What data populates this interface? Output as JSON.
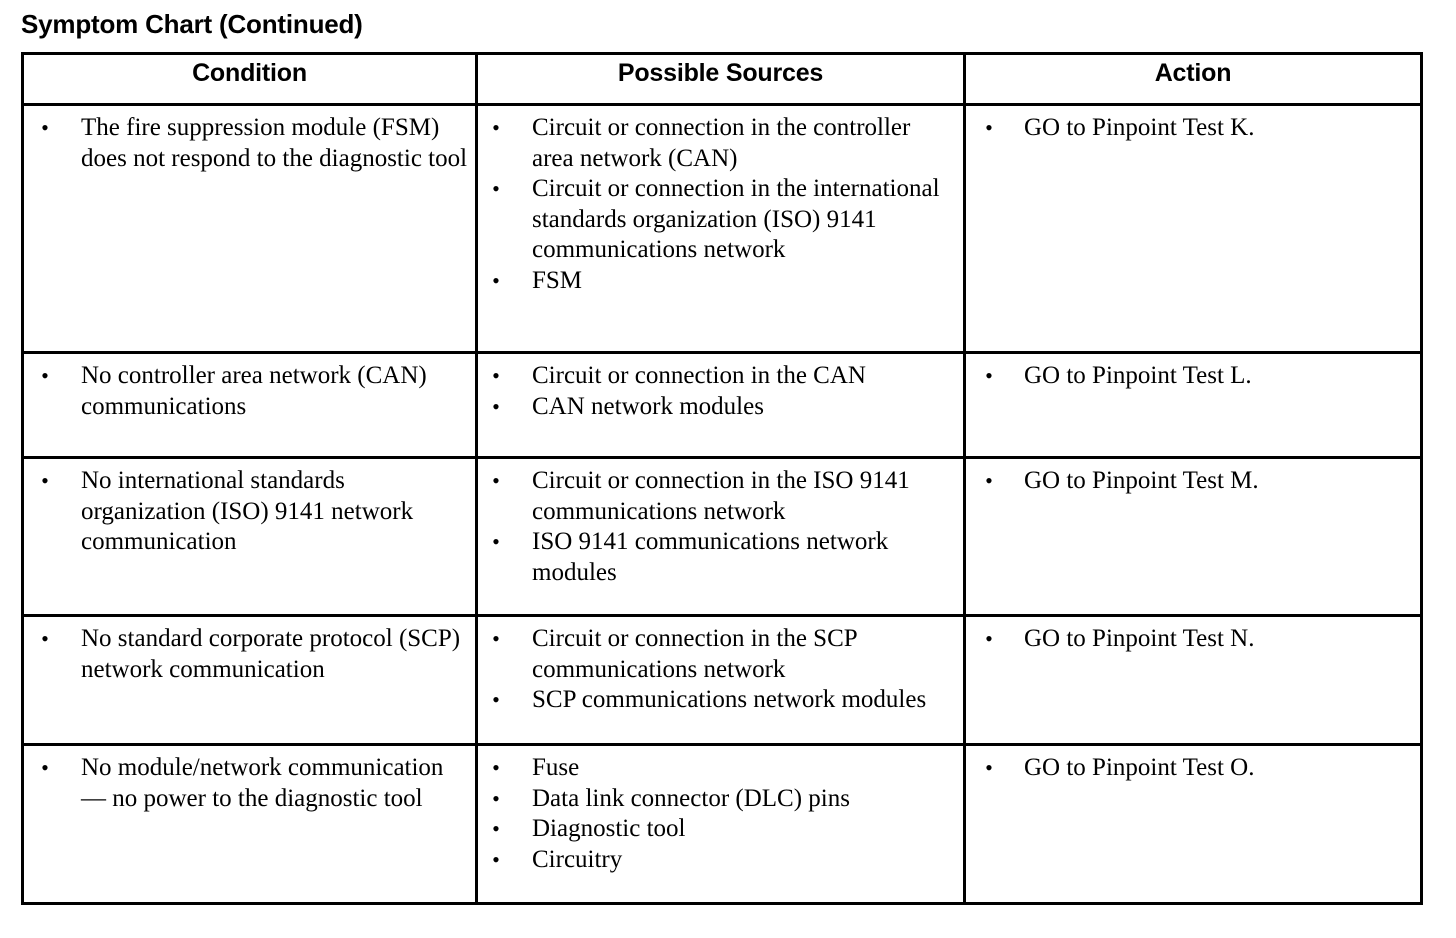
{
  "page": {
    "title": "Symptom Chart (Continued)",
    "text_color": "#000000",
    "background_color": "#ffffff",
    "border_color": "#000000"
  },
  "table": {
    "headers": {
      "condition": "Condition",
      "sources": "Possible Sources",
      "action": "Action"
    },
    "bullet_glyph": "•",
    "rows": [
      {
        "condition": [
          "The fire suppression module (FSM) does not respond to the diagnostic tool"
        ],
        "sources": [
          "Circuit or connection in the controller area network (CAN)",
          "Circuit or connection in the international standards organization (ISO) 9141 communications network",
          "FSM"
        ],
        "action": [
          "GO to Pinpoint Test K."
        ]
      },
      {
        "condition": [
          "No controller area network (CAN) communications"
        ],
        "sources": [
          "Circuit or connection in the CAN",
          "CAN network modules"
        ],
        "action": [
          "GO to Pinpoint Test L."
        ]
      },
      {
        "condition": [
          "No international standards organization (ISO) 9141 network communication"
        ],
        "sources": [
          "Circuit or connection in the ISO 9141 communications network",
          "ISO 9141 communications network modules"
        ],
        "action": [
          "GO to Pinpoint Test M."
        ]
      },
      {
        "condition": [
          "No standard corporate protocol (SCP) network communication"
        ],
        "sources": [
          "Circuit or connection in the SCP communications network",
          "SCP communications network modules"
        ],
        "action": [
          "GO to Pinpoint Test N."
        ]
      },
      {
        "condition": [
          "No module/network communication — no power to the diagnostic tool"
        ],
        "sources": [
          "Fuse",
          "Data link connector (DLC) pins",
          "Diagnostic tool",
          "Circuitry"
        ],
        "action": [
          "GO to Pinpoint Test O."
        ]
      }
    ]
  }
}
